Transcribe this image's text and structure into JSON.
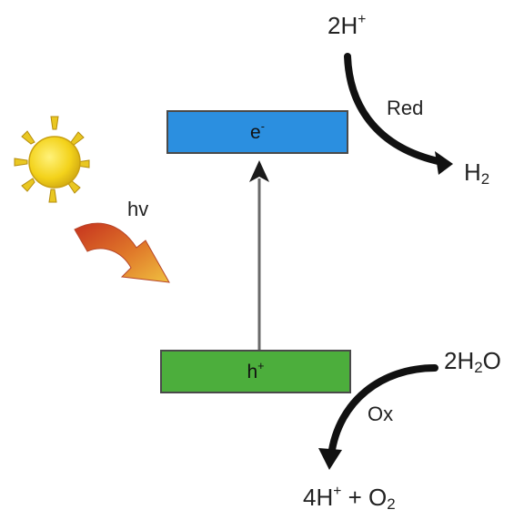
{
  "colors": {
    "conduction_band": "#2b8fe0",
    "valence_band": "#4cae3c",
    "arrow": "#111111",
    "excitation_arrow": "#666666",
    "sun": "#f3d21a",
    "light_arrow_start": "#c6321e",
    "light_arrow_end": "#f0b93a"
  },
  "icons": {
    "sun": "sun-icon",
    "light": "light-arrow-icon"
  },
  "conduction_band": {
    "label": "e",
    "charge": "-"
  },
  "valence_band": {
    "label": "h",
    "charge": "+"
  },
  "light": {
    "label": "hv"
  },
  "reduction": {
    "label": "Red",
    "reactant": {
      "main": "2H",
      "sup": "+"
    },
    "product": {
      "main": "H",
      "sub": "2"
    }
  },
  "oxidation": {
    "label": "Ox",
    "reactant": {
      "pre": "2H",
      "sub": "2",
      "post": "O"
    },
    "product": {
      "pre": "4H",
      "sup": "+",
      "mid": " + O",
      "sub": "2"
    }
  }
}
